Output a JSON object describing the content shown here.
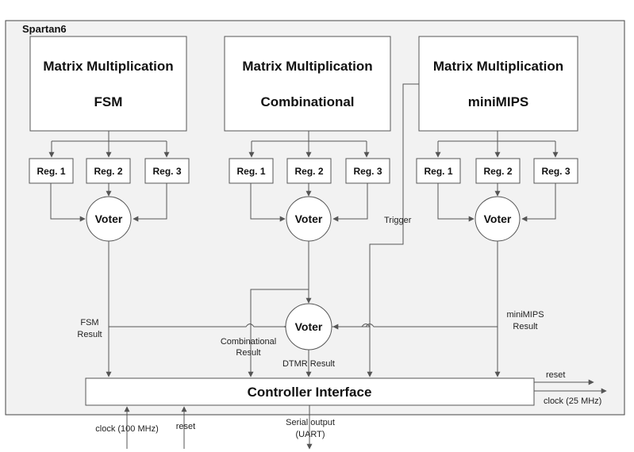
{
  "fpga_label": "Spartan6",
  "modules": [
    {
      "title": "Matrix Multiplication",
      "subtitle": "FSM"
    },
    {
      "title": "Matrix Multiplication",
      "subtitle": "Combinational"
    },
    {
      "title": "Matrix Multiplication",
      "subtitle": "miniMIPS"
    }
  ],
  "registers": [
    "Reg. 1",
    "Reg. 2",
    "Reg. 3"
  ],
  "voter_label": "Voter",
  "labels": {
    "trigger": "Trigger",
    "fsm_result_1": "FSM",
    "fsm_result_2": "Result",
    "comb_result_1": "Combinational",
    "comb_result_2": "Result",
    "minimips_result_1": "miniMIPS",
    "minimips_result_2": "Result",
    "dtmr_result": "DTMR Result"
  },
  "controller_label": "Controller Interface",
  "io": {
    "clock_in": "clock (100 MHz)",
    "reset_in": "reset",
    "serial_out_1": "Serial output",
    "serial_out_2": "(UART)",
    "reset_out": "reset",
    "clock_out": "clock (25 MHz)"
  }
}
